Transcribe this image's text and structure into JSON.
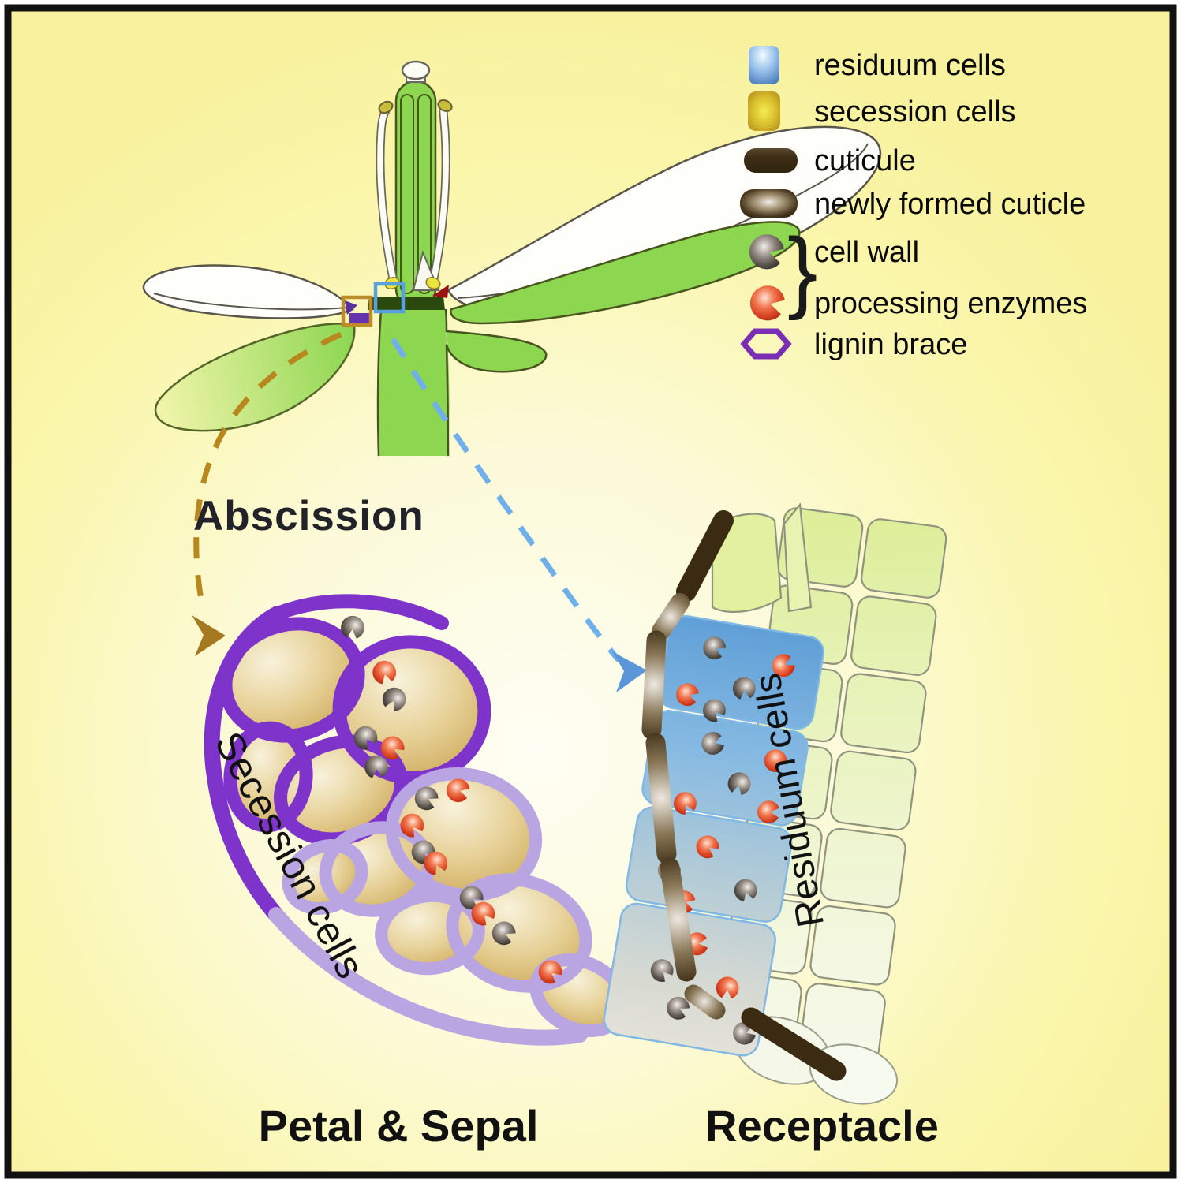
{
  "title": {
    "abscission": "Abscission"
  },
  "legend": {
    "items": [
      {
        "id": "residuum",
        "icon": "residuum-cell-icon",
        "label": "residuum cells"
      },
      {
        "id": "secession",
        "icon": "secession-cell-icon",
        "label": "secession cells"
      },
      {
        "id": "cuticule",
        "icon": "cuticule-icon",
        "label": "cuticule"
      },
      {
        "id": "new_cuticle",
        "icon": "newly-formed-cuticle-icon",
        "label": "newly formed cuticle"
      },
      {
        "id": "cell_wall",
        "icon": "cell-wall-icon",
        "label": "cell wall"
      },
      {
        "id": "enzymes",
        "icon": "processing-enzymes-icon",
        "label": "processing enzymes"
      },
      {
        "id": "lignin",
        "icon": "lignin-brace-icon",
        "label": "lignin brace"
      }
    ],
    "brace_glyph": "}"
  },
  "labels": {
    "secession_cells": "Secession cells",
    "residuum_cells": "Residuum cells",
    "petal_sepal": "Petal & Sepal",
    "receptacle": "Receptacle"
  },
  "colors": {
    "background_yellow": "#F8F3A0",
    "glow_center": "#FEFEF4",
    "frame_black": "#111111",
    "flower_green": "#8CD650",
    "az_band_dark_green": "#2C490D",
    "az_red_mark": "#9B1012",
    "lignin_purple_dark": "#7E33CB",
    "lignin_purple_light": "#B9A5E2",
    "secession_tan": "#D9B96A",
    "residuum_blue": "#5E9ED6",
    "receptacle_cell_green": "#DCEE97",
    "cuticle_brown": "#3B2B12",
    "enzyme_red": "#E85430",
    "cell_wall_gray": "#57504A",
    "arrow_gold": "#B8871E",
    "arrow_blue": "#6FB0EA",
    "box_orange": "#BE8C28",
    "box_blue": "#58A0DE"
  }
}
